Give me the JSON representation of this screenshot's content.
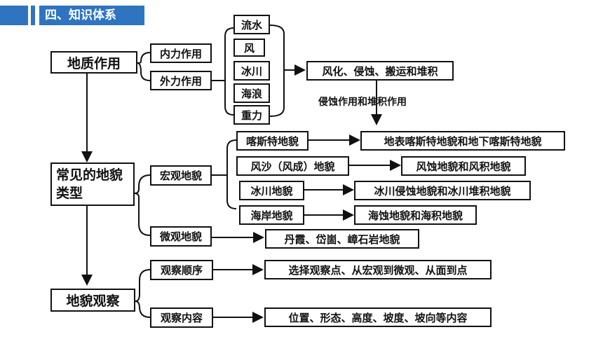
{
  "header": {
    "title": "四、知识体系",
    "accent_color": "#2e74c0"
  },
  "nodes": {
    "geo_action": "地质作用",
    "internal": "内力作用",
    "external": "外力作用",
    "water": "流水",
    "wind": "风",
    "glacier": "冰川",
    "wave": "海浪",
    "gravity": "重力",
    "processes": "风化、侵蚀、搬运和堆积",
    "erosion_label": "侵蚀作用和堆积作用",
    "common_landforms": "常见的地貌类型",
    "macro": "宏观地貌",
    "karst": "喀斯特地貌",
    "karst_result": "地表喀斯特地貌和地下喀斯特地貌",
    "aeolian": "风沙（风成）地貌",
    "aeolian_result": "风蚀地貌和风积地貌",
    "glacial": "冰川地貌",
    "glacial_result": "冰川侵蚀地貌和冰川堆积地貌",
    "coastal": "海岸地貌",
    "coastal_result": "海蚀地貌和海积地貌",
    "micro": "微观地貌",
    "micro_result": "丹霞、岱崮、嶂石岩地貌",
    "observation": "地貌观察",
    "order": "观察顺序",
    "order_result": "选择观察点、从宏观到微观、从面到点",
    "content": "观察内容",
    "content_result": "位置、形态、高度、坡度、坡向等内容"
  }
}
